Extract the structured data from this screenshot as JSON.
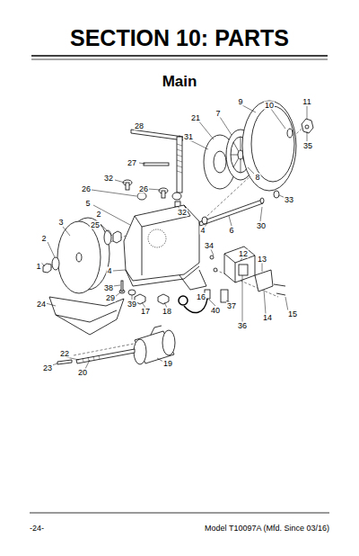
{
  "diagram": {
    "title": "SECTION 10: PARTS",
    "labels": [
      "Main",
      "1",
      "2",
      "2",
      "3",
      "4",
      "4",
      "5",
      "6",
      "7",
      "8",
      "9",
      "10",
      "11",
      "12",
      "13",
      "14",
      "15",
      "16",
      "17",
      "18",
      "19",
      "20",
      "21",
      "22",
      "23",
      "24",
      "25",
      "26",
      "26",
      "27",
      "28",
      "29",
      "30",
      "31",
      "32",
      "32",
      "33",
      "34",
      "35",
      "36",
      "37",
      "38",
      "39",
      "40",
      "-24-",
      "Model T10097A (Mfd. Since 03/16)"
    ]
  }
}
